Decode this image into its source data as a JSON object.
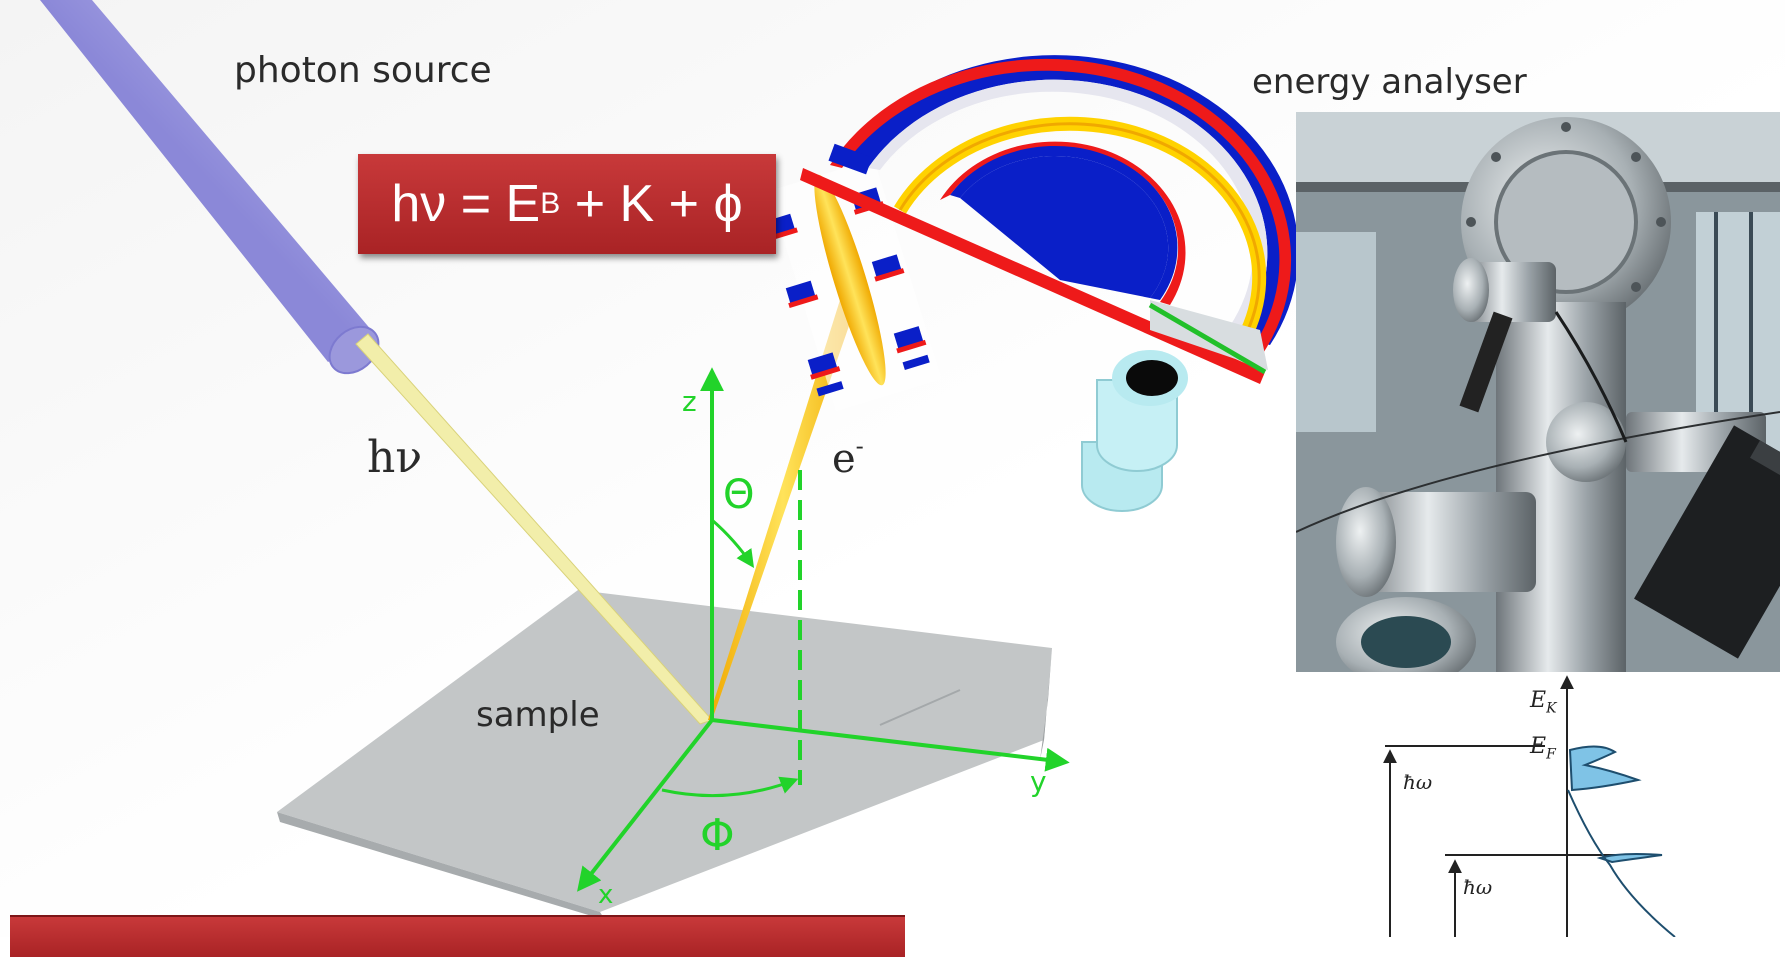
{
  "labels": {
    "photon_source": "photon source",
    "energy_analyser": "energy analyser",
    "sample": "sample",
    "hv": "hν",
    "electron": "e",
    "electron_sup": "-"
  },
  "axes": {
    "z": "z",
    "y": "y",
    "x": "x",
    "theta": "Θ",
    "phi": "Φ"
  },
  "equation": {
    "lhs": "hν = E",
    "sub": "B",
    "rhs": " + K + ϕ"
  },
  "energy_diagram": {
    "ek": "E",
    "ek_sub": "K",
    "ef": "E",
    "ef_sub": "F",
    "hw": "ħω"
  },
  "colors": {
    "beam_tube": "#b6b4ea",
    "photon_beam": "#f2eeaa",
    "electron_beam": "#ffd200",
    "axes": "#22d32a",
    "equation_box": "#b82d2f",
    "sample_plate": "#c3c6c7",
    "analyser_blue": "#0a1fc8",
    "analyser_red": "#ee1a1a",
    "detector": "#b8eaf0",
    "spectrum_fill": "#7fc3e6"
  }
}
